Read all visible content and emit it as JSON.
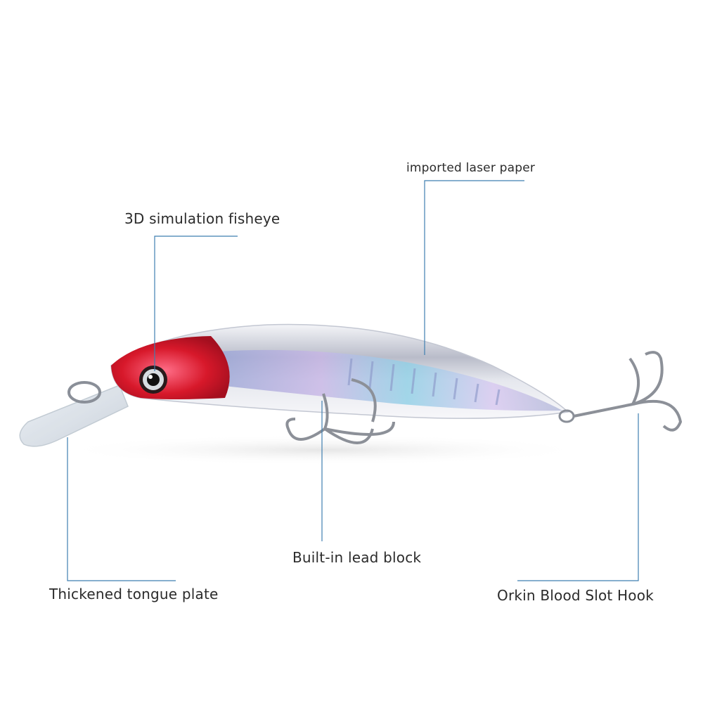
{
  "callouts": {
    "laser_paper": "imported laser paper",
    "fisheye": "3D simulation fisheye",
    "lead_block": "Built-in lead block",
    "tongue_plate": "Thickened tongue plate",
    "hook": "Orkin Blood Slot Hook"
  },
  "colors": {
    "background": "#ffffff",
    "head_red": "#d7182a",
    "body_silver": "#c9ccd6",
    "leader_line": "#3f7fb0",
    "label_text": "#2b2b2b"
  }
}
